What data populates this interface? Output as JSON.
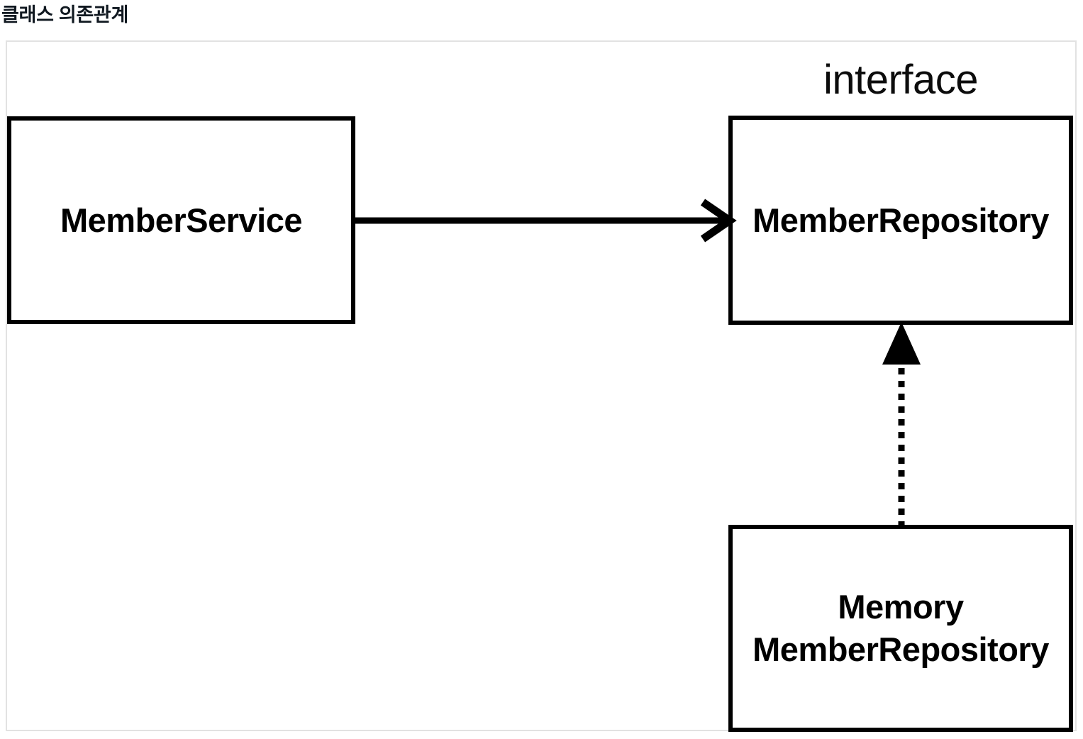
{
  "page": {
    "title": "클래스 의존관계",
    "background_color": "#ffffff",
    "frame_border_color": "#e2e2e2",
    "stroke_color": "#000000"
  },
  "diagram": {
    "type": "uml-class-dependency",
    "nodes": [
      {
        "id": "member-service",
        "label": "MemberService",
        "kind": "class",
        "stereotype": ""
      },
      {
        "id": "member-repository",
        "label": "MemberRepository",
        "kind": "interface",
        "stereotype": "interface"
      },
      {
        "id": "memory-member-repository",
        "label": "Memory\nMemberRepository",
        "kind": "class",
        "stereotype": ""
      }
    ],
    "edges": [
      {
        "id": "service-to-repository",
        "from": "member-service",
        "to": "member-repository",
        "style": "solid",
        "arrowhead": "open-v",
        "relation": "dependency",
        "direction": "right"
      },
      {
        "id": "memory-implements-repository",
        "from": "memory-member-repository",
        "to": "member-repository",
        "style": "dotted",
        "arrowhead": "filled-triangle",
        "relation": "realization",
        "direction": "up"
      }
    ]
  }
}
